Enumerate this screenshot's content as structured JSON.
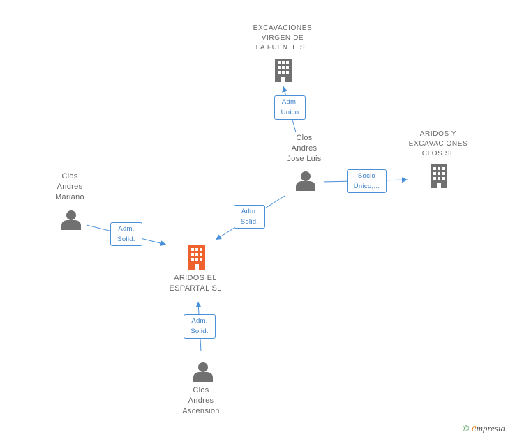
{
  "colors": {
    "edge": "#4a90d9",
    "person_icon": "#707070",
    "company_icon": "#707070",
    "focus_company_icon": "#f0622d",
    "label_text": "#666666"
  },
  "nodes": {
    "excavaciones_virgen": {
      "type": "company",
      "lines": [
        "EXCAVACIONES",
        "VIRGEN DE",
        "LA FUENTE SL"
      ]
    },
    "aridos_excavaciones": {
      "type": "company",
      "lines": [
        "ARIDOS Y",
        "EXCAVACIONES",
        "CLOS SL"
      ]
    },
    "aridos_espartal": {
      "type": "focus-company",
      "lines": [
        "ARIDOS EL",
        "ESPARTAL SL"
      ]
    },
    "jose_luis": {
      "type": "person",
      "lines": [
        "Clos",
        "Andres",
        "Jose Luis"
      ]
    },
    "mariano": {
      "type": "person",
      "lines": [
        "Clos",
        "Andres",
        "Mariano"
      ]
    },
    "ascension": {
      "type": "person",
      "lines": [
        "Clos",
        "Andres",
        "Ascension"
      ]
    }
  },
  "relations": {
    "r1": {
      "from": "jose_luis",
      "to": "excavaciones_virgen",
      "lines": [
        "Adm.",
        "Unico"
      ]
    },
    "r2": {
      "from": "jose_luis",
      "to": "aridos_excavaciones",
      "lines": [
        "Socio",
        "Único,..."
      ]
    },
    "r3": {
      "from": "jose_luis",
      "to": "aridos_espartal",
      "lines": [
        "Adm.",
        "Solid."
      ]
    },
    "r4": {
      "from": "mariano",
      "to": "aridos_espartal",
      "lines": [
        "Adm.",
        "Solid."
      ]
    },
    "r5": {
      "from": "ascension",
      "to": "aridos_espartal",
      "lines": [
        "Adm.",
        "Solid."
      ]
    }
  },
  "footer": {
    "copyright": "©",
    "brand_initial": "e",
    "brand_rest": "mpresia"
  }
}
